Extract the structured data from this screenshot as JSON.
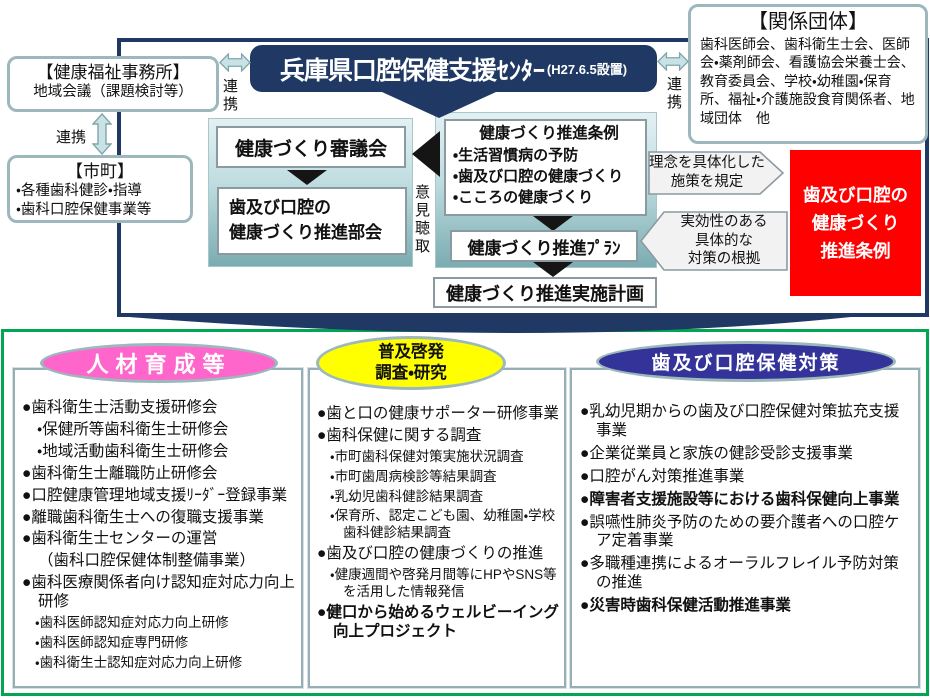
{
  "colors": {
    "navy": "#1f3864",
    "teal_border": "#9db8bc",
    "panel_teal": "#7aacb1",
    "green": "#00a651",
    "red": "#fe0000",
    "pink": "#ff66cc",
    "yellow": "#ffff00",
    "indigo": "#333399"
  },
  "top": {
    "fukushi": {
      "title": "【健康福祉事務所】",
      "subtitle": "地域会議（課題検討等）"
    },
    "renkei_fukushi_shichou": "連携",
    "shichou": {
      "title": "【市町】",
      "items": [
        "・各種歯科健診・指導",
        "・歯科口腔保健事業等"
      ]
    },
    "renkei_left": "連携",
    "renkei_right": "連携",
    "center": {
      "title_main": "兵庫県口腔保健支援",
      "title_kana": "ｾﾝﾀｰ",
      "note": "(H27.6.5設置)"
    },
    "kankei": {
      "title": "【関係団体】",
      "body": "歯科医師会、歯科衛生士会、医師会・薬剤師会、看護協会栄養士会、教育委員会、学校・幼稚園・保育所、福祉・介護施設食育関係者、地域団体　他"
    },
    "council": "健康づくり審議会",
    "subcommittee": [
      "歯及び口腔の",
      "健康づくり推進部会"
    ],
    "iken": "意見聴取",
    "jourei": {
      "title": "健康づくり推進条例",
      "items": [
        "・生活習慣病の予防",
        "・歯及び口腔の健康づくり",
        "・こころの健康づくり"
      ]
    },
    "plan": "健康づくり推進ﾌﾟﾗﾝ",
    "jisshi": "健康づくり推進実施計画",
    "callout_rule": [
      "理念を具体化した",
      "施策を規定"
    ],
    "callout_basis": [
      "実効性のある",
      "具体的な",
      "対策の根拠"
    ],
    "red_box": [
      "歯及び口腔の",
      "健康づくり",
      "推進条例"
    ]
  },
  "bottom": {
    "columns": [
      {
        "header_lines": [
          "人材育成等"
        ],
        "items": [
          {
            "t": "●歯科衛生士活動支援研修会",
            "k": "bullet"
          },
          {
            "t": "・保健所等歯科衛生士研修会",
            "k": "sub"
          },
          {
            "t": "・地域活動歯科衛生士研修会",
            "k": "sub"
          },
          {
            "t": "●歯科衛生士離職防止研修会",
            "k": "bullet"
          },
          {
            "t": "●口腔健康管理地域支援ﾘｰﾀﾞｰ登録事業",
            "k": "bullet"
          },
          {
            "t": "●離職歯科衛生士への復職支援事業",
            "k": "bullet"
          },
          {
            "t": "●歯科衛生士センターの運営",
            "k": "bullet"
          },
          {
            "t": "（歯科口腔保健体制整備事業）",
            "k": "cont"
          },
          {
            "t": "●歯科医療関係者向け認知症対応力向上研修",
            "k": "bullet"
          },
          {
            "t": "・歯科医師認知症対応力向上研修",
            "k": "subsmall"
          },
          {
            "t": "・歯科医師認知症専門研修",
            "k": "subsmall"
          },
          {
            "t": "・歯科衛生士認知症対応力向上研修",
            "k": "subsmall"
          }
        ]
      },
      {
        "header_lines": [
          "普及啓発",
          "調査・研究"
        ],
        "items": [
          {
            "t": "●歯と口の健康サポーター研修事業",
            "k": "bullet"
          },
          {
            "t": "●歯科保健に関する調査",
            "k": "bullet"
          },
          {
            "t": "・市町歯科保健対策実施状況調査",
            "k": "subsmall"
          },
          {
            "t": "・市町歯周病検診等結果調査",
            "k": "subsmall"
          },
          {
            "t": "・乳幼児歯科健診結果調査",
            "k": "subsmall"
          },
          {
            "t": "・保育所、認定こども園、幼稚園・学校歯科健診結果調査",
            "k": "subsmall"
          },
          {
            "t": "●歯及び口腔の健康づくりの推進",
            "k": "bullet"
          },
          {
            "t": "・健康週間や啓発月間等にHPやSNS等を活用した情報発信",
            "k": "subsmall"
          },
          {
            "t": "●健口から始めるウェルビーイング向上プロジェクト",
            "k": "bullet",
            "bold": true
          }
        ]
      },
      {
        "header_lines": [
          "歯及び口腔保健対策"
        ],
        "items": [
          {
            "t": "●乳幼児期からの歯及び口腔保健対策拡充支援事業",
            "k": "bullet"
          },
          {
            "t": "●企業従業員と家族の健診受診支援事業",
            "k": "bullet"
          },
          {
            "t": "●口腔がん対策推進事業",
            "k": "bullet"
          },
          {
            "t": "●障害者支援施設等における歯科保健向上事業",
            "k": "bullet",
            "bold": true
          },
          {
            "t": "●誤嚥性肺炎予防のための要介護者への口腔ケア定着事業",
            "k": "bullet"
          },
          {
            "t": "●多職種連携によるオーラルフレイル予防対策の推進",
            "k": "bullet"
          },
          {
            "t": "●災害時歯科保健活動推進事業",
            "k": "bullet",
            "bold": true
          }
        ]
      }
    ]
  }
}
